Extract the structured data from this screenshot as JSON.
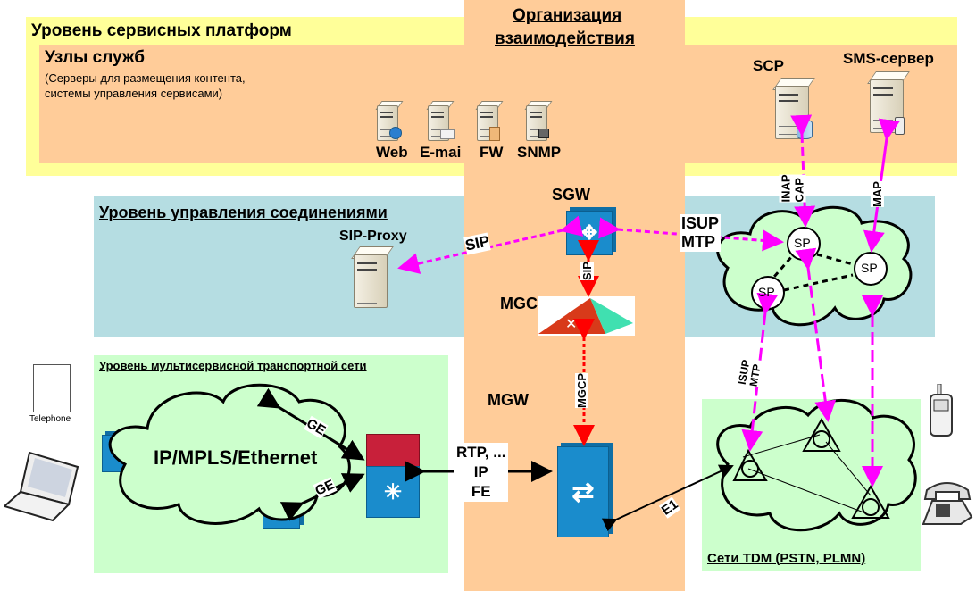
{
  "layers": {
    "service_platforms": {
      "title": "Уровень сервисных платформ"
    },
    "service_nodes": {
      "title": "Узлы служб",
      "subtitle_line1": "(Серверы для размещения контента,",
      "subtitle_line2": "системы управления сервисами)",
      "servers": [
        {
          "label": "Web",
          "icon": "web-server-icon"
        },
        {
          "label": "E-mai",
          "icon": "mail-server-icon"
        },
        {
          "label": "FW",
          "icon": "firewall-server-icon"
        },
        {
          "label": "SNMP",
          "icon": "snmp-server-icon"
        }
      ],
      "scp": {
        "label": "SCP"
      },
      "sms": {
        "label": "SMS-сервер"
      }
    },
    "interworking": {
      "title_line1": "Организация",
      "title_line2": "взаимодействия"
    },
    "connection_control": {
      "title": "Уровень управления соединениями",
      "sip_proxy": "SIP-Proxy"
    },
    "transport": {
      "title": "Уровень мультисервисной транспортной сети",
      "cloud_label": "IP/MPLS/Ethernet"
    },
    "tdm": {
      "title": "Сети TDM (PSTN, PLMN)",
      "nodes": [
        "SP",
        "SP",
        "SP"
      ]
    }
  },
  "devices": {
    "sgw": "SGW",
    "mgc": "MGC",
    "mgw": "MGW",
    "telephone": "Telephone"
  },
  "links": {
    "sip_proxy": "SIP",
    "sgw_mgc": "SIP",
    "sgw_sp": [
      "ISUP",
      "MTP"
    ],
    "scp": [
      "INAP",
      "CAP"
    ],
    "sms": "MAP",
    "mgcp": "MGCP",
    "ge1": "GE",
    "ge2": "GE",
    "rtp": [
      "RTP, ...",
      "IP",
      "FE"
    ],
    "e1": "E1",
    "tdm_sig": [
      "ISUP",
      "MTP"
    ]
  },
  "colors": {
    "signaling": "#ff00ff",
    "control": "#ff0000",
    "switch_blue": "#1a8ccc"
  }
}
